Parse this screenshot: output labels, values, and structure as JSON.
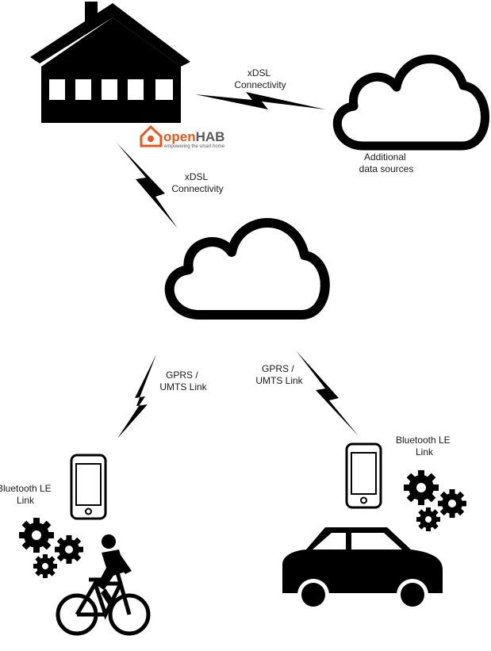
{
  "labels": {
    "xdsl_top": [
      "xDSL",
      "Connectivity"
    ],
    "xdsl_left": [
      "xDSL",
      "Connectivity"
    ],
    "additional_sources": [
      "Additional",
      "data sources"
    ],
    "gprs_left": [
      "GPRS /",
      "UMTS Link"
    ],
    "gprs_right": [
      "GPRS /",
      "UMTS Link"
    ],
    "bt_left": [
      "Bluetooth LE",
      "Link"
    ],
    "bt_right": [
      "Bluetooth LE",
      "Link"
    ]
  },
  "logo": {
    "name_open": "open",
    "name_hab": "HAB",
    "tagline": "empowering the smart home"
  },
  "colors": {
    "ink": "#000000",
    "logo_orange": "#e2581f",
    "logo_gray": "#5a5a5a"
  }
}
